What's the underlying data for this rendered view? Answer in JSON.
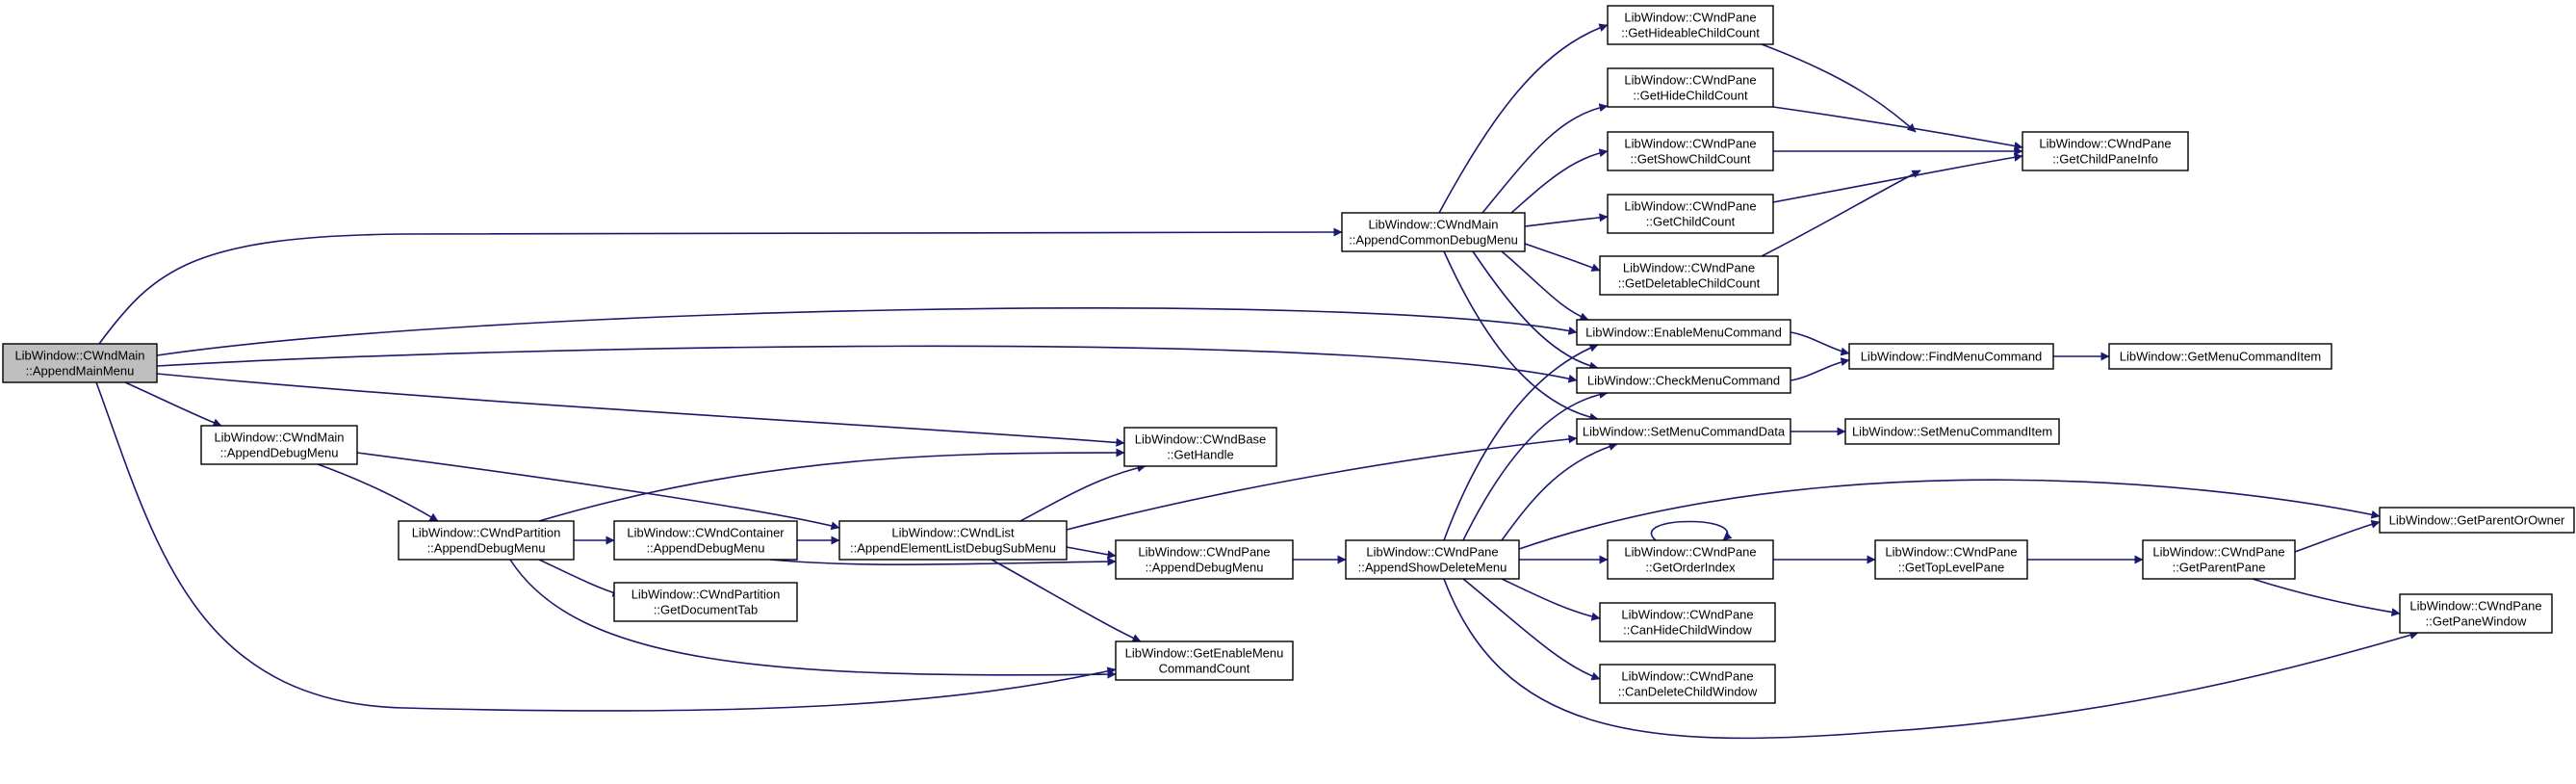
{
  "graph": {
    "nodes": [
      {
        "id": "appendMainMenu",
        "lines": [
          "LibWindow::CWndMain",
          "::AppendMainMenu"
        ],
        "root": true
      },
      {
        "id": "appendCommonDebugMenu",
        "lines": [
          "LibWindow::CWndMain",
          "::AppendCommonDebugMenu"
        ]
      },
      {
        "id": "getHideableChildCount",
        "lines": [
          "LibWindow::CWndPane",
          "::GetHideableChildCount"
        ]
      },
      {
        "id": "getHideChildCount",
        "lines": [
          "LibWindow::CWndPane",
          "::GetHideChildCount"
        ]
      },
      {
        "id": "getShowChildCount",
        "lines": [
          "LibWindow::CWndPane",
          "::GetShowChildCount"
        ]
      },
      {
        "id": "getChildCount",
        "lines": [
          "LibWindow::CWndPane",
          "::GetChildCount"
        ]
      },
      {
        "id": "getDeletableChildCount",
        "lines": [
          "LibWindow::CWndPane",
          "::GetDeletableChildCount"
        ]
      },
      {
        "id": "getChildPaneInfo",
        "lines": [
          "LibWindow::CWndPane",
          "::GetChildPaneInfo"
        ]
      },
      {
        "id": "enableMenuCommand",
        "lines": [
          "LibWindow::EnableMenuCommand"
        ]
      },
      {
        "id": "checkMenuCommand",
        "lines": [
          "LibWindow::CheckMenuCommand"
        ]
      },
      {
        "id": "setMenuCommandData",
        "lines": [
          "LibWindow::SetMenuCommandData"
        ]
      },
      {
        "id": "findMenuCommand",
        "lines": [
          "LibWindow::FindMenuCommand"
        ]
      },
      {
        "id": "getMenuCommandItem",
        "lines": [
          "LibWindow::GetMenuCommandItem"
        ]
      },
      {
        "id": "setMenuCommandItem",
        "lines": [
          "LibWindow::SetMenuCommandItem"
        ]
      },
      {
        "id": "mainAppendDebugMenu",
        "lines": [
          "LibWindow::CWndMain",
          "::AppendDebugMenu"
        ]
      },
      {
        "id": "getHandle",
        "lines": [
          "LibWindow::CWndBase",
          "::GetHandle"
        ]
      },
      {
        "id": "partitionAppendDebugMenu",
        "lines": [
          "LibWindow::CWndPartition",
          "::AppendDebugMenu"
        ]
      },
      {
        "id": "containerAppendDebugMenu",
        "lines": [
          "LibWindow::CWndContainer",
          "::AppendDebugMenu"
        ]
      },
      {
        "id": "appendElementListDebugSubMenu",
        "lines": [
          "LibWindow::CWndList",
          "::AppendElementListDebugSubMenu"
        ]
      },
      {
        "id": "paneAppendDebugMenu",
        "lines": [
          "LibWindow::CWndPane",
          "::AppendDebugMenu"
        ]
      },
      {
        "id": "appendShowDeleteMenu",
        "lines": [
          "LibWindow::CWndPane",
          "::AppendShowDeleteMenu"
        ]
      },
      {
        "id": "getDocumentTab",
        "lines": [
          "LibWindow::CWndPartition",
          "::GetDocumentTab"
        ]
      },
      {
        "id": "getEnableMenuCommandCount",
        "lines": [
          "LibWindow::GetEnableMenu",
          "CommandCount"
        ]
      },
      {
        "id": "getOrderIndex",
        "lines": [
          "LibWindow::CWndPane",
          "::GetOrderIndex"
        ]
      },
      {
        "id": "canHideChildWindow",
        "lines": [
          "LibWindow::CWndPane",
          "::CanHideChildWindow"
        ]
      },
      {
        "id": "canDeleteChildWindow",
        "lines": [
          "LibWindow::CWndPane",
          "::CanDeleteChildWindow"
        ]
      },
      {
        "id": "getTopLevelPane",
        "lines": [
          "LibWindow::CWndPane",
          "::GetTopLevelPane"
        ]
      },
      {
        "id": "getParentPane",
        "lines": [
          "LibWindow::CWndPane",
          "::GetParentPane"
        ]
      },
      {
        "id": "getParentOrOwner",
        "lines": [
          "LibWindow::GetParentOrOwner"
        ]
      },
      {
        "id": "getPaneWindow",
        "lines": [
          "LibWindow::CWndPane",
          "::GetPaneWindow"
        ]
      }
    ]
  }
}
